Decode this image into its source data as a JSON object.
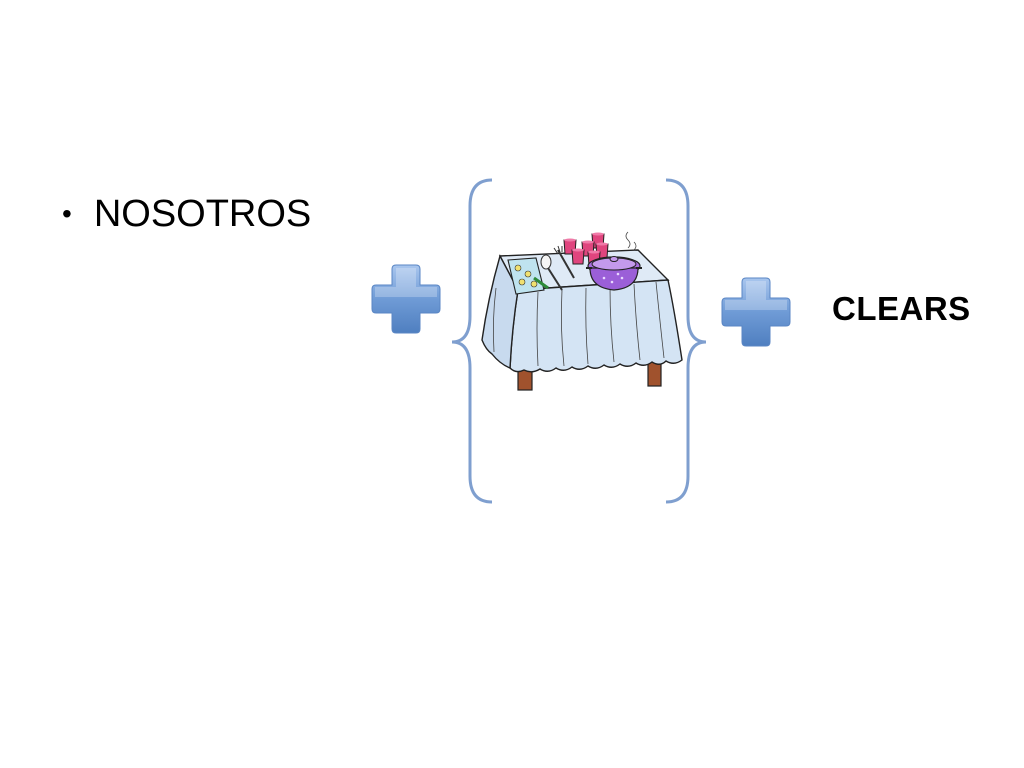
{
  "slide": {
    "bullet": {
      "symbol": "•",
      "text": "NOSOTROS"
    },
    "result_word": "CLEARS",
    "operators": [
      {
        "icon": "plus-icon",
        "color": "#6f9bd6"
      },
      {
        "icon": "plus-icon",
        "color": "#6f9bd6"
      }
    ],
    "group": {
      "icon": "curly-braces",
      "color": "#7f9fcf",
      "picture": "table-set-with-dishes-icon"
    }
  }
}
